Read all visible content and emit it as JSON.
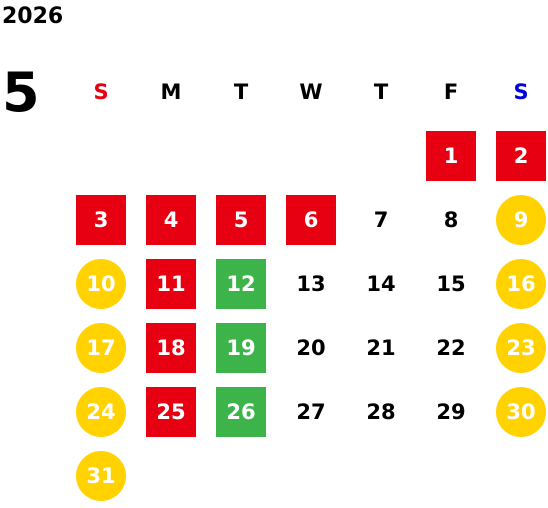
{
  "calendar": {
    "year": "2026",
    "month": "5",
    "weekdays": [
      {
        "label": "S",
        "color": "#e60012"
      },
      {
        "label": "M",
        "color": "#000000"
      },
      {
        "label": "T",
        "color": "#000000"
      },
      {
        "label": "W",
        "color": "#000000"
      },
      {
        "label": "T",
        "color": "#000000"
      },
      {
        "label": "F",
        "color": "#000000"
      },
      {
        "label": "S",
        "color": "#0000dd"
      }
    ],
    "first_weekday_index": 5,
    "days": [
      {
        "day": "1",
        "style": "red"
      },
      {
        "day": "2",
        "style": "red"
      },
      {
        "day": "3",
        "style": "red"
      },
      {
        "day": "4",
        "style": "red"
      },
      {
        "day": "5",
        "style": "red"
      },
      {
        "day": "6",
        "style": "red"
      },
      {
        "day": "7",
        "style": "plain"
      },
      {
        "day": "8",
        "style": "plain"
      },
      {
        "day": "9",
        "style": "yellow"
      },
      {
        "day": "10",
        "style": "yellow"
      },
      {
        "day": "11",
        "style": "red"
      },
      {
        "day": "12",
        "style": "green"
      },
      {
        "day": "13",
        "style": "plain"
      },
      {
        "day": "14",
        "style": "plain"
      },
      {
        "day": "15",
        "style": "plain"
      },
      {
        "day": "16",
        "style": "yellow"
      },
      {
        "day": "17",
        "style": "yellow"
      },
      {
        "day": "18",
        "style": "red"
      },
      {
        "day": "19",
        "style": "green"
      },
      {
        "day": "20",
        "style": "plain"
      },
      {
        "day": "21",
        "style": "plain"
      },
      {
        "day": "22",
        "style": "plain"
      },
      {
        "day": "23",
        "style": "yellow"
      },
      {
        "day": "24",
        "style": "yellow"
      },
      {
        "day": "25",
        "style": "red"
      },
      {
        "day": "26",
        "style": "green"
      },
      {
        "day": "27",
        "style": "plain"
      },
      {
        "day": "28",
        "style": "plain"
      },
      {
        "day": "29",
        "style": "plain"
      },
      {
        "day": "30",
        "style": "yellow"
      },
      {
        "day": "31",
        "style": "yellow"
      }
    ],
    "colors": {
      "red": "#e60012",
      "green": "#3cb44a",
      "yellow": "#ffd200"
    }
  }
}
